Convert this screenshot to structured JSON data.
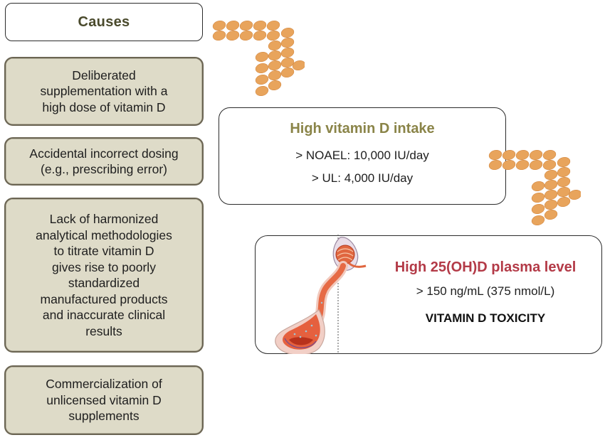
{
  "causes": {
    "title": "Causes",
    "items": [
      {
        "label": "Deliberated\nsupplementation with a\nhigh dose of vitamin D"
      },
      {
        "label": "Accidental incorrect dosing\n(e.g., prescribing error)"
      },
      {
        "label": "Lack of harmonized\nanalytical methodologies\nto titrate vitamin  D\ngives  rise to poorly\nstandardized\nmanufactured  products\nand inaccurate clinical\nresults"
      },
      {
        "label": "Commercialization  of\nunlicensed vitamin  D\nsupplements"
      }
    ]
  },
  "intake": {
    "title": "High vitamin D intake",
    "noael": "> NOAEL:  10,000 IU/day",
    "ul": "> UL:  4,000 IU/day"
  },
  "toxicity": {
    "title": "High 25(OH)D plasma level",
    "threshold": "> 150 ng/mL (375 nmol/L)",
    "label": "VITAMIN D TOXICITY"
  },
  "colors": {
    "causes_title": "#4a4a2c",
    "cause_fill": "#dedbc8",
    "intake_title": "#8a8448",
    "toxicity_title": "#b33a47",
    "pill": "#e8a45c"
  },
  "icons": {
    "pills_top": "pills-arrow-icon",
    "pills_right": "pills-arrow-icon",
    "kidney": "nephron-illustration"
  }
}
